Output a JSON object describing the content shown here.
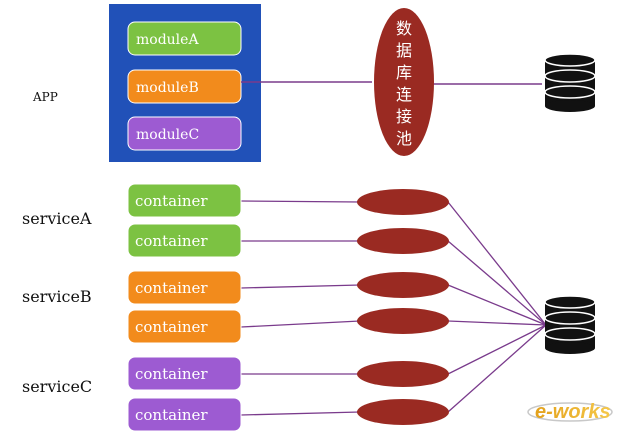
{
  "app": {
    "label": "APP",
    "modules": [
      {
        "label": "moduleA",
        "color": "#7cc242"
      },
      {
        "label": "moduleB",
        "color": "#f28b1c"
      },
      {
        "label": "moduleC",
        "color": "#9d5bd2"
      }
    ],
    "panel_color": "#2151b8",
    "pool_label": [
      "数",
      "据",
      "库",
      "连",
      "接",
      "池"
    ]
  },
  "services": [
    {
      "label": "serviceA",
      "containers": [
        {
          "label": "container",
          "color": "#7cc242"
        },
        {
          "label": "container",
          "color": "#7cc242"
        }
      ]
    },
    {
      "label": "serviceB",
      "containers": [
        {
          "label": "container",
          "color": "#f28b1c"
        },
        {
          "label": "container",
          "color": "#f28b1c"
        }
      ]
    },
    {
      "label": "serviceC",
      "containers": [
        {
          "label": "container",
          "color": "#9d5bd2"
        },
        {
          "label": "container",
          "color": "#9d5bd2"
        }
      ]
    }
  ],
  "colors": {
    "connection_pool": "#9a2a22",
    "line": "#7a3b8c",
    "database": "#111111"
  },
  "watermark": "e-works"
}
